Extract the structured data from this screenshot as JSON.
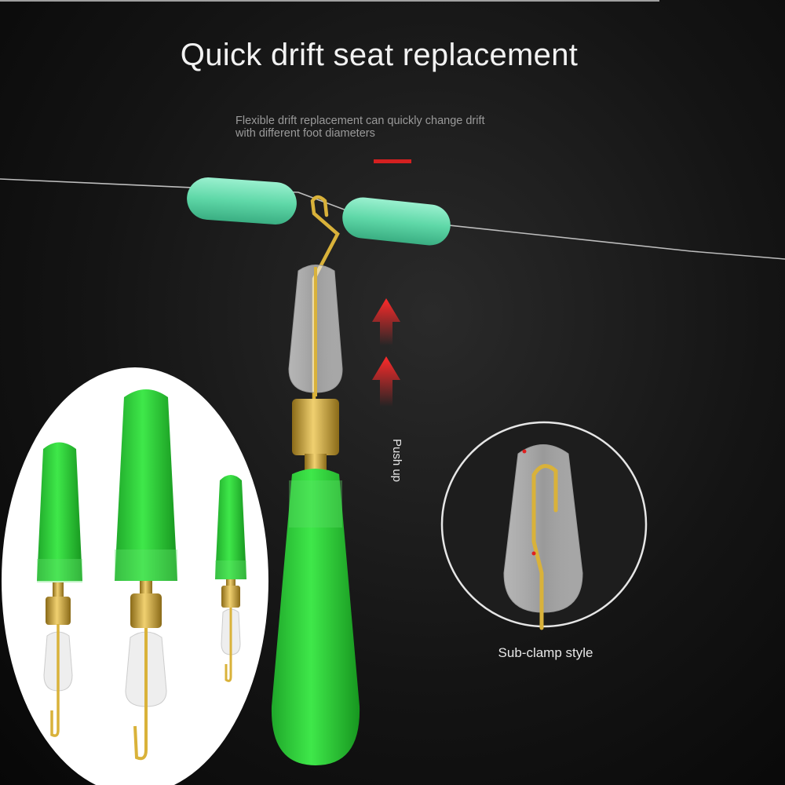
{
  "header": {
    "title": "Quick drift seat replacement",
    "subtitle_line1": "Flexible drift replacement can quickly change drift",
    "subtitle_line2": "with different foot diameters"
  },
  "annotations": {
    "push_label": "Push up",
    "detail_caption": "Sub-clamp style"
  },
  "colors": {
    "background": "#111111",
    "handle_green": "#2fd63c",
    "float_teal": "#6fe0b4",
    "brass": "#d9b23a",
    "arrow_red": "#e02020",
    "accent_dash": "#d42020"
  }
}
